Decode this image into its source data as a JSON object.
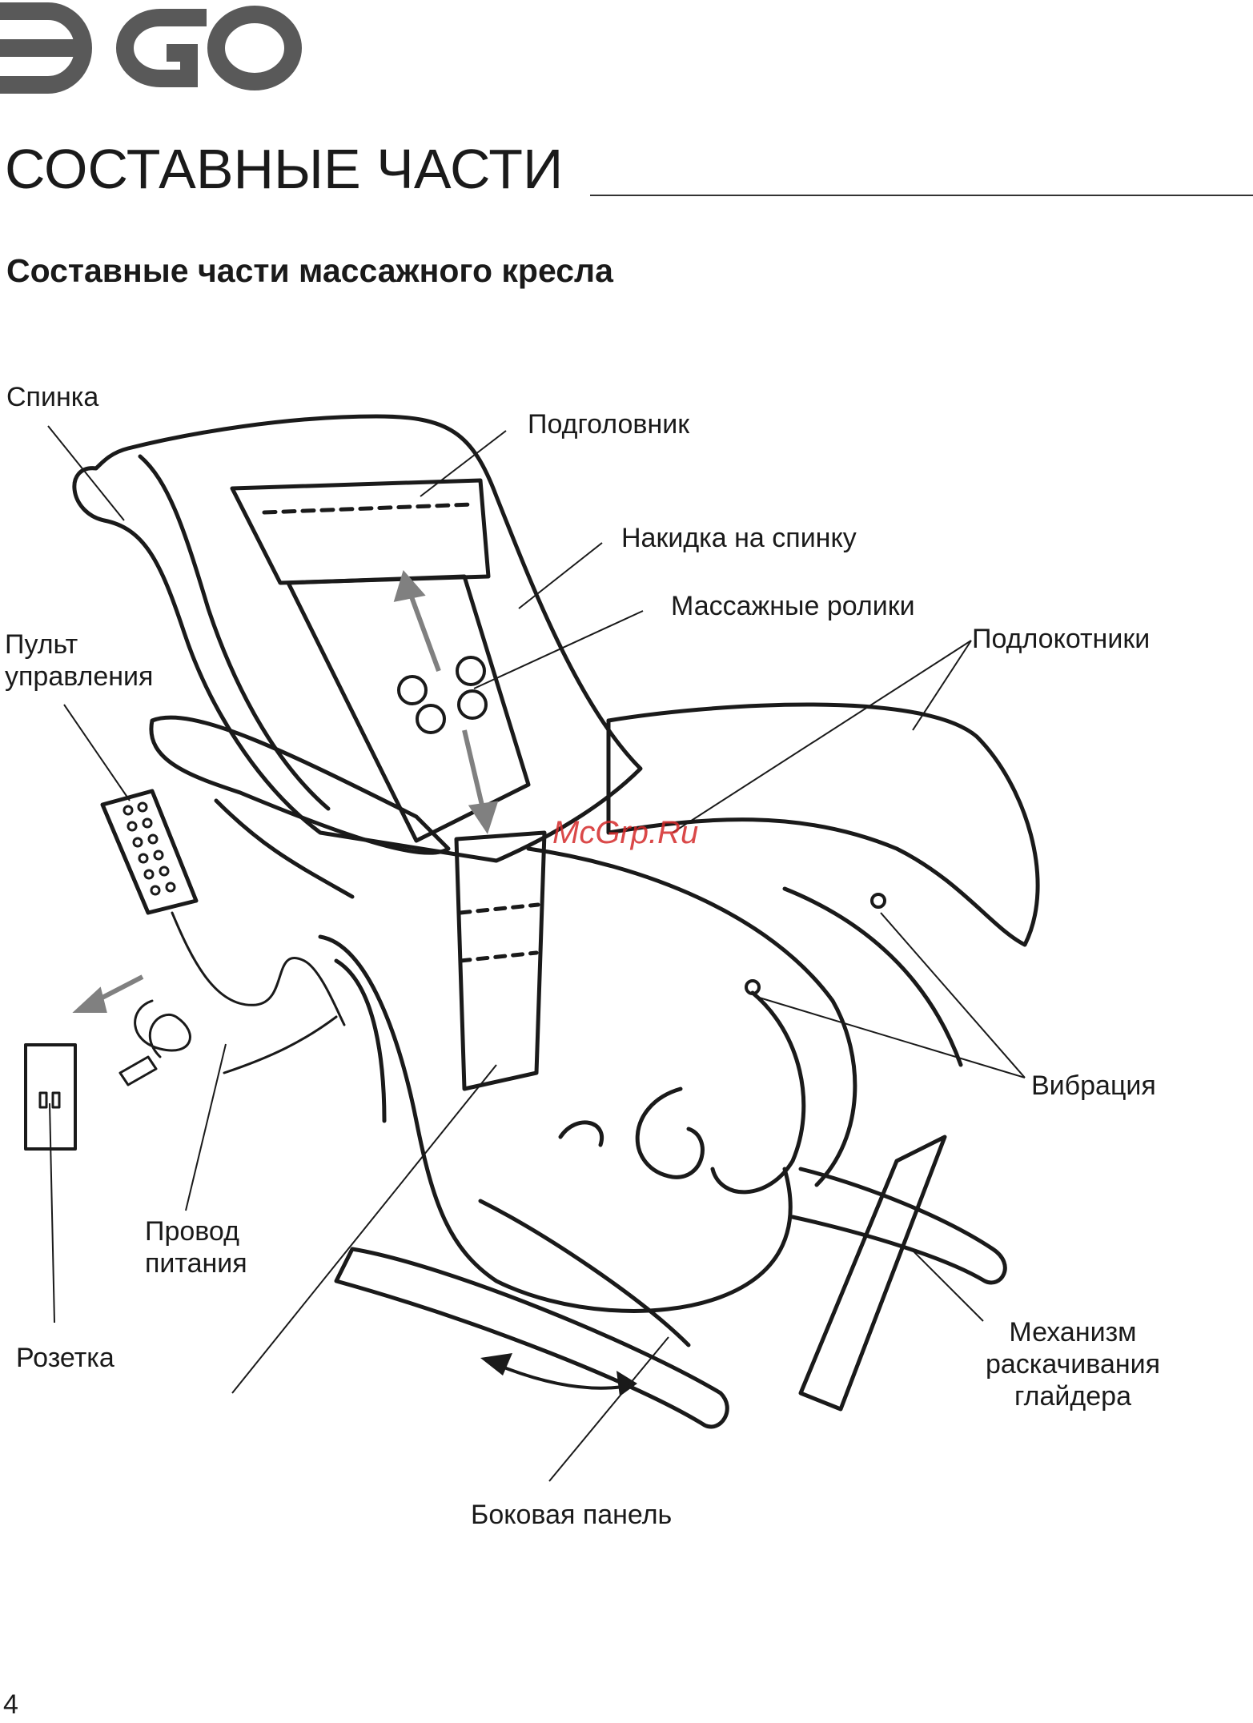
{
  "brand": {
    "logo_text": "ЭGO"
  },
  "page": {
    "title": "СОСТАВНЫЕ ЧАСТИ",
    "subtitle": "Составные части массажного кресла",
    "number": "4",
    "watermark": "McGrp.Ru"
  },
  "callouts": {
    "back": "Спинка",
    "headrest": "Подголовник",
    "back_cover": "Накидка на спинку",
    "rollers": "Массажные ролики",
    "armrests": "Подлокотники",
    "remote_line1": "Пульт",
    "remote_line2": "управления",
    "vibration": "Вибрация",
    "power_cord_line1": "Провод",
    "power_cord_line2": "питания",
    "socket": "Розетка",
    "glider_line1": "Механизм",
    "glider_line2": "раскачивания",
    "glider_line3": "глайдера",
    "side_panel": "Боковая панель"
  },
  "colors": {
    "ink": "#1a1a1a",
    "arrow_gray": "#808080",
    "watermark": "#d42a2a"
  }
}
